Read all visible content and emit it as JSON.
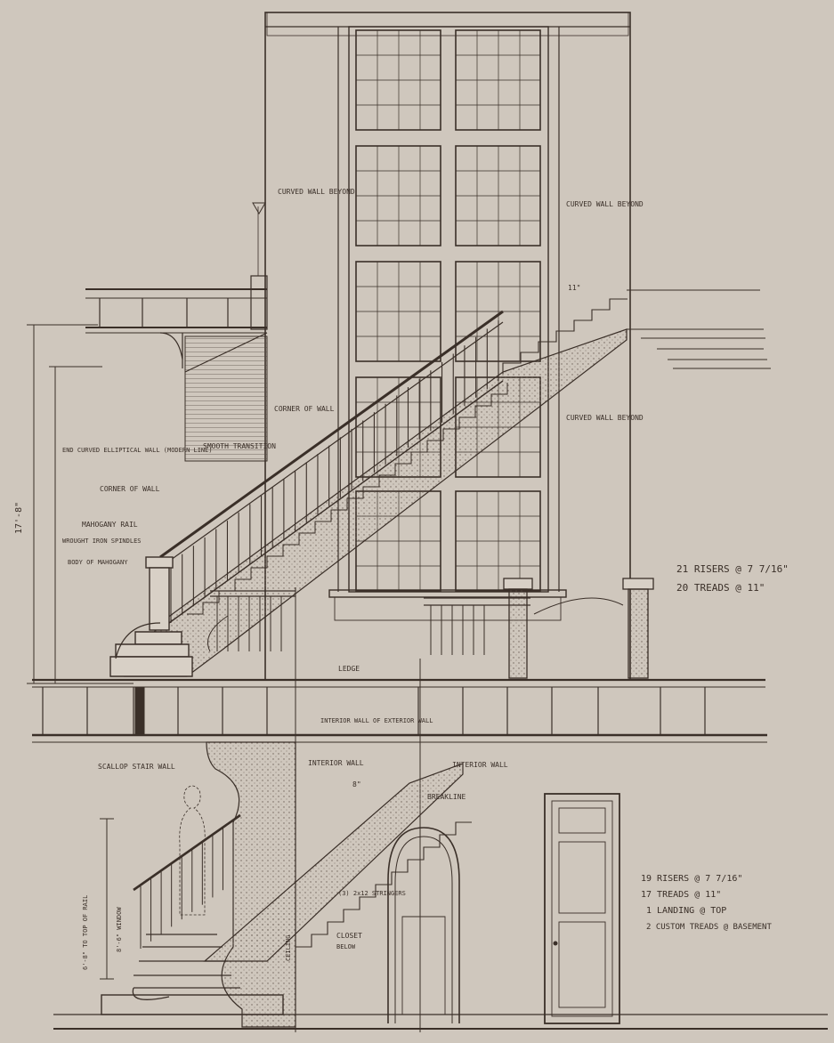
{
  "colors": {
    "paper": "#cfc7bd",
    "ink": "#3a2f28",
    "shade": "#9d9288"
  },
  "notes": {
    "upper_risers": "21 RISERS @ 7 7/16\"",
    "upper_treads": "20 TREADS @ 11\"",
    "lower_risers": "19 RISERS @ 7 7/16\"",
    "lower_treads": "17 TREADS @ 11\"",
    "lower_landing": "1 LANDING @ TOP",
    "lower_custom": "2 CUSTOM TREADS @ BASEMENT",
    "curved_wall_beyond_left": "CURVED WALL BEYOND",
    "curved_wall_beyond_right": "CURVED WALL BEYOND",
    "curved_wall_beyond_mid": "CURVED WALL BEYOND",
    "corner_of_wall_upper": "CORNER OF WALL",
    "smooth_transition": "SMOOTH TRANSITION",
    "elliptical_wall": "END CURVED ELLIPTICAL WALL (MODERN LINE)",
    "corner_of_wall_left": "CORNER OF WALL",
    "mahogany_rail": "MAHOGANY RAIL",
    "wrought_iron_spindles": "WROUGHT IRON SPINDLES",
    "body_of_mahogany": "BODY OF MAHOGANY",
    "height_dim": "17'-8\"",
    "ledge": "LEDGE",
    "interior_wall_exterior": "INTERIOR WALL OF EXTERIOR WALL",
    "interior_wall_a": "INTERIOR WALL",
    "interior_wall_b": "INTERIOR WALL",
    "scallop_stair_wall": "SCALLOP STAIR WALL",
    "break_line": "BREAKLINE",
    "stringers": "(3) 2x12 STRINGERS",
    "closet": "CLOSET",
    "closet_sub": "BELOW",
    "ceiling": "CEILING",
    "basement_dim_a": "6'-8\" TO TOP OF RAIL",
    "basement_dim_b": "8'-6\" WINDOW",
    "dim_11": "11\"",
    "dim_8": "8\""
  }
}
